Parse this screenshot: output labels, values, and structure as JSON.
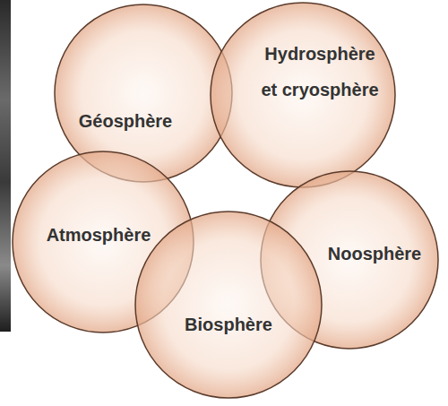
{
  "diagram": {
    "nodes": [
      {
        "text": [
          "Géosphère"
        ]
      },
      {
        "text": [
          "Hydrosphère et cryosphère"
        ]
      },
      {
        "text": [
          "Atmosphère"
        ]
      },
      {
        "text": [
          "Noosphère"
        ]
      },
      {
        "text": [
          "Biosphère"
        ]
      }
    ]
  }
}
